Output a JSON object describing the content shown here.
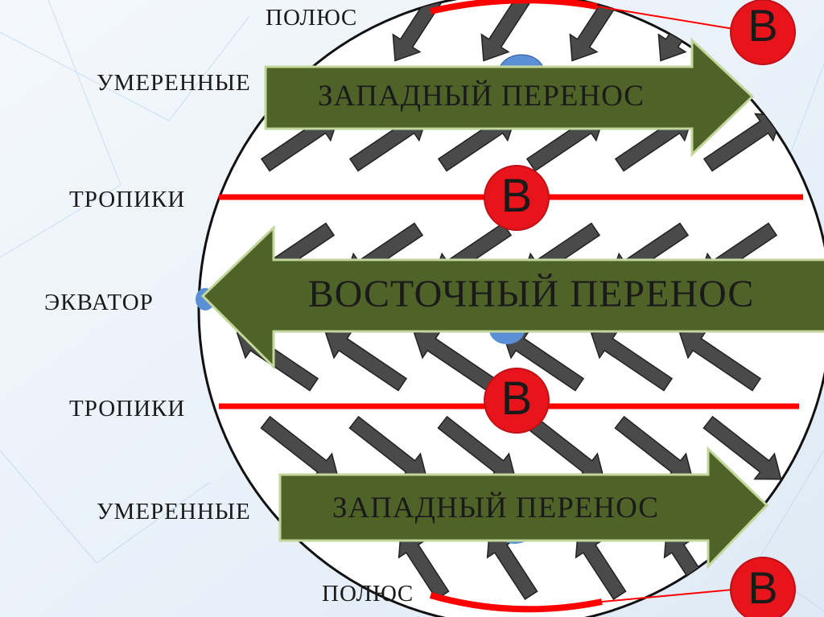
{
  "labels": {
    "pole_top": "ПОЛЮС",
    "temperate_top": "УМЕРЕННЫЕ",
    "tropics_top": "ТРОПИКИ",
    "equator": "ЭКВАТОР",
    "tropics_bottom": "ТРОПИКИ",
    "temperate_bottom": "УМЕРЕННЫЕ",
    "pole_bottom": "ПОЛЮС"
  },
  "bands": {
    "westerly_top": "ЗАПАДНЫЙ ПЕРЕНОС",
    "easterly": "ВОСТОЧНЫЙ ПЕРЕНОС",
    "westerly_bottom": "ЗАПАДНЫЙ ПЕРЕНОС"
  },
  "pressure": {
    "pole_top": "В",
    "tropics_top": "В",
    "tropics_bottom": "В",
    "pole_bottom": "В"
  },
  "colors": {
    "band_fill": "#4f6228",
    "band_stroke": "#c3d69b",
    "high_pressure": "#e8141b",
    "wind_arrow": "#4a4a4a",
    "boundary_line": "#ff0000",
    "background": "#eef4fb"
  }
}
